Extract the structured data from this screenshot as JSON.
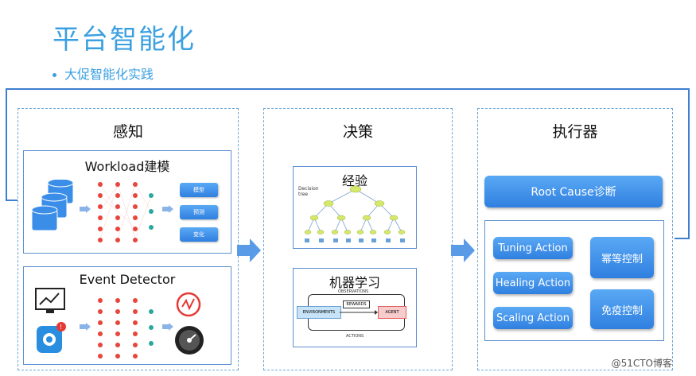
{
  "title": "平台智能化",
  "subtitle": "大促智能化实践",
  "panels": {
    "perception": {
      "title": "感知",
      "workload": {
        "title": "Workload建模",
        "outputs": [
          "模型",
          "预测",
          "变化"
        ]
      },
      "event": {
        "title": "Event Detector"
      }
    },
    "decision": {
      "title": "决策",
      "experience": {
        "title": "经验",
        "tree_label": "Decision tree"
      },
      "ml": {
        "title": "机器学习",
        "observations": "OBSERVATIONS",
        "rewards": "REWARDS",
        "environments": "ENVIRONMENTS",
        "agent": "AGENT",
        "actions": "ACTIONS"
      }
    },
    "executor": {
      "title": "执行器",
      "root_cause": "Root Cause诊断",
      "actions": [
        "Tuning Action",
        "Healing Action",
        "Scaling Action"
      ],
      "controls": [
        "幂等控制",
        "免疫控制"
      ]
    }
  },
  "watermark": "@51CTO博客",
  "colors": {
    "accent": "#3ba0e0",
    "button": "#2f7fe0",
    "border": "#5b8fd0"
  }
}
